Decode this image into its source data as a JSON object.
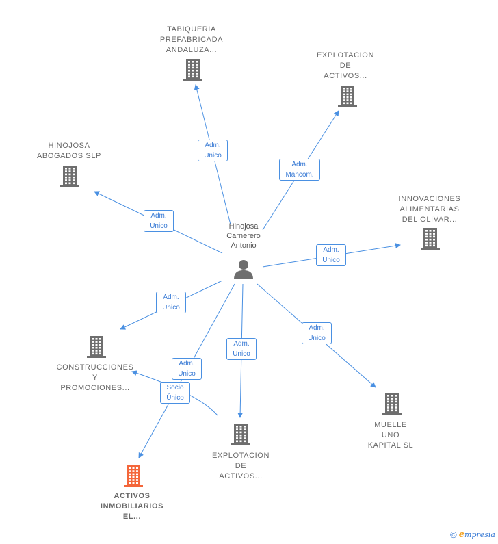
{
  "colors": {
    "edge": "#4a90e2",
    "building": "#6e6e6e",
    "building_highlight": "#f4663a",
    "person": "#6e6e6e"
  },
  "center": {
    "label": "Hinojosa\nCarnerero\nAntonio",
    "icon": "person-icon"
  },
  "nodes": [
    {
      "id": "tabiqueria",
      "label": "TABIQUERIA\nPREFABRICADA\nANDALUZA...",
      "icon": "building-icon",
      "highlight": false
    },
    {
      "id": "explotacion1",
      "label": "EXPLOTACION\nDE\nACTIVOS...",
      "icon": "building-icon",
      "highlight": false
    },
    {
      "id": "hinojosa-abogados",
      "label": "HINOJOSA\nABOGADOS  SLP",
      "icon": "building-icon",
      "highlight": false
    },
    {
      "id": "innovaciones",
      "label": "INNOVACIONES\nALIMENTARIAS\nDEL OLIVAR...",
      "icon": "building-icon",
      "highlight": false
    },
    {
      "id": "construcciones",
      "label": "CONSTRUCCIONES\nY\nPROMOCIONES...",
      "icon": "building-icon",
      "highlight": false
    },
    {
      "id": "muelle",
      "label": "MUELLE\nUNO\nKAPITAL  SL",
      "icon": "building-icon",
      "highlight": false
    },
    {
      "id": "explotacion2",
      "label": "EXPLOTACION\nDE\nACTIVOS...",
      "icon": "building-icon",
      "highlight": false
    },
    {
      "id": "activos",
      "label": "ACTIVOS\nINMOBILIARIOS\nEL...",
      "icon": "building-icon",
      "highlight": true
    }
  ],
  "edges": [
    {
      "to": "tabiqueria",
      "label": "Adm.\nUnico"
    },
    {
      "to": "explotacion1",
      "label": "Adm.\nMancom."
    },
    {
      "to": "hinojosa-abogados",
      "label": "Adm.\nUnico"
    },
    {
      "to": "innovaciones",
      "label": "Adm.\nUnico"
    },
    {
      "to": "construcciones",
      "label": "Adm.\nUnico"
    },
    {
      "to": "muelle",
      "label": "Adm.\nUnico"
    },
    {
      "to": "explotacion2",
      "label": "Adm.\nUnico"
    },
    {
      "to": "activos",
      "label": "Adm.\nUnico"
    },
    {
      "to": "construcciones",
      "label": "Socio\nÚnico",
      "from": "explotacion2"
    }
  ],
  "footer": {
    "copyright": "©",
    "brand_initial": "e",
    "brand_rest": "mpresia"
  }
}
